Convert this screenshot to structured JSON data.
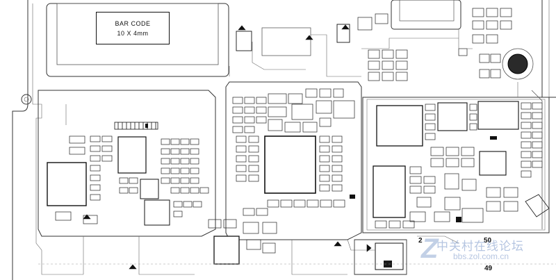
{
  "barcode": {
    "line1": "BAR CODE",
    "line2": "10 X 4mm"
  },
  "markers": {
    "num2": "2",
    "num50": "50",
    "num49": "49"
  },
  "watermark": {
    "chinese": "中关村在线论坛",
    "url": "bbs.zol.com.cn",
    "logo": "Z"
  },
  "colors": {
    "stroke": "#222222",
    "fill_dark": "#1a1a1a",
    "watermark": "#7896c8"
  }
}
